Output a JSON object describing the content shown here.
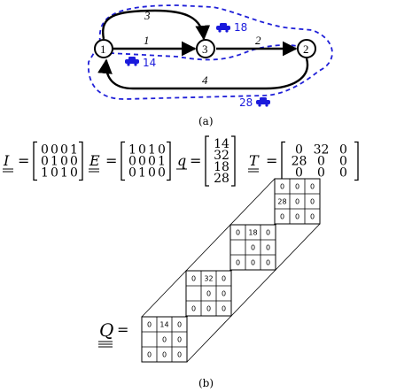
{
  "network": {
    "nodes": [
      {
        "id": "1",
        "label": "1"
      },
      {
        "id": "3",
        "label": "3"
      },
      {
        "id": "2",
        "label": "2"
      }
    ],
    "edges": [
      {
        "id": "e1",
        "label": "1",
        "from": "1",
        "to": "3"
      },
      {
        "id": "e2",
        "label": "2",
        "from": "3",
        "to": "2"
      },
      {
        "id": "e3",
        "label": "3",
        "from": "1",
        "to": "3"
      },
      {
        "id": "e4",
        "label": "4",
        "from": "2",
        "to": "1"
      }
    ],
    "cars": [
      {
        "label": "14"
      },
      {
        "label": "18"
      },
      {
        "label": "28"
      }
    ],
    "car_color": "#1a1adc"
  },
  "caption_a": "(a)",
  "caption_b": "(b)",
  "matrices": {
    "I": {
      "name": "I",
      "rows": [
        [
          "0",
          "0",
          "0",
          "1"
        ],
        [
          "0",
          "1",
          "0",
          "0"
        ],
        [
          "1",
          "0",
          "1",
          "0"
        ]
      ]
    },
    "E": {
      "name": "E",
      "rows": [
        [
          "1",
          "0",
          "1",
          "0"
        ],
        [
          "0",
          "0",
          "0",
          "1"
        ],
        [
          "0",
          "1",
          "0",
          "0"
        ]
      ]
    },
    "q": {
      "name": "q",
      "rows": [
        [
          "14"
        ],
        [
          "32"
        ],
        [
          "18"
        ],
        [
          "28"
        ]
      ]
    },
    "T": {
      "name": "T",
      "rows": [
        [
          "0",
          "32",
          "0"
        ],
        [
          "28",
          "0",
          "0"
        ],
        [
          "0",
          "0",
          "0"
        ]
      ]
    }
  },
  "equals": "=",
  "tensor": {
    "name": "Q",
    "slices": [
      {
        "cells": [
          "0",
          "14",
          "0",
          "",
          "0",
          "0",
          "0",
          "0",
          "0"
        ]
      },
      {
        "cells": [
          "0",
          "32",
          "0",
          "",
          "0",
          "0",
          "0",
          "0",
          "0"
        ]
      },
      {
        "cells": [
          "0",
          "18",
          "0",
          "",
          "0",
          "0",
          "0",
          "0",
          "0"
        ]
      },
      {
        "cells": [
          "0",
          "0",
          "0",
          "28",
          "0",
          "0",
          "0",
          "0",
          "0"
        ]
      }
    ]
  }
}
